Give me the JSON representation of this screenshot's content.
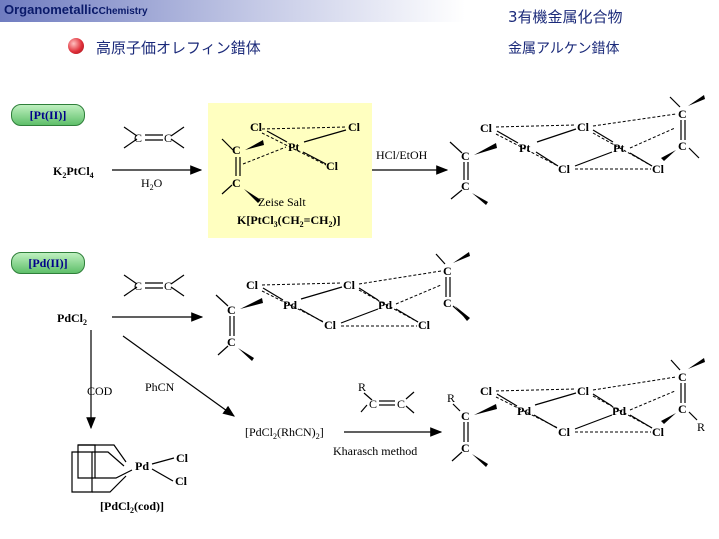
{
  "header": {
    "brand_main": "Organometallic",
    "brand_tail": "Chemistry",
    "title_jp": "3有機金属化合物",
    "subtitle_jp": "金属アルケン錯体",
    "section_heading": "高原子価オレフィン錯体"
  },
  "pills": {
    "pt": "[Pt(II)]",
    "pd": "[Pd(II)]"
  },
  "atoms": {
    "c": "C",
    "cl": "Cl",
    "pt": "Pt",
    "pd": "Pd",
    "r": "R"
  },
  "pt_scheme": {
    "reagent": "K",
    "reagent_tail": "PtCl",
    "sub2": "2",
    "sub4": "4",
    "water": "H",
    "water_sub": "2",
    "water_tail": "O",
    "zeise_name": "Zeise Salt",
    "zeise_formula_pre": "K[PtCl",
    "zeise_formula_sub3": "3",
    "zeise_formula_mid": "(CH",
    "zeise_formula_sub2a": "2",
    "zeise_formula_eq": "=CH",
    "zeise_formula_sub2b": "2",
    "zeise_formula_end": ")]",
    "acid_label": "HCl/EtOH"
  },
  "pd_scheme": {
    "reagent": "PdCl",
    "reagent_sub": "2",
    "cod_label": "COD",
    "phcn_label": "PhCN",
    "intermediate_pre": "[PdCl",
    "intermediate_sub2": "2",
    "intermediate_mid": "(RhCN)",
    "intermediate_sub2b": "2",
    "intermediate_end": "]",
    "kharasch": "Kharasch method",
    "cod_complex_pre": "[PdCl",
    "cod_complex_sub": "2",
    "cod_complex_end": "(cod)]"
  }
}
